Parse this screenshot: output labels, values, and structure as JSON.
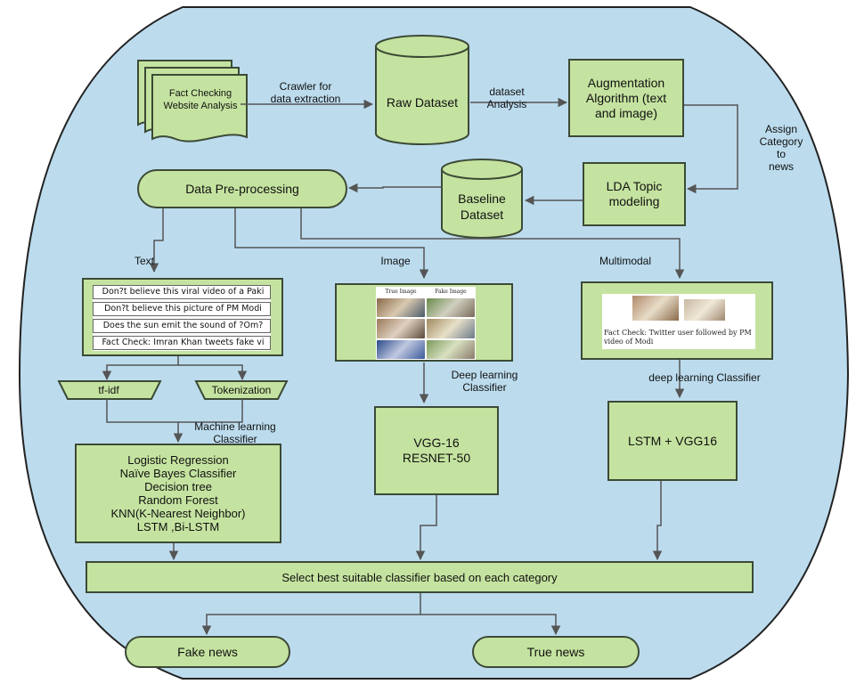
{
  "diagram": {
    "source": {
      "doc": "Fact Checking\nWebsite Analysis",
      "crawler_label": "Crawler for\ndata extraction"
    },
    "raw_dataset": "Raw Dataset",
    "dataset_analysis_label": "dataset\nAnalysis",
    "augmentation": "Augmentation\nAlgorithm (text\nand image)",
    "assign_label": "Assign\nCategory\nto\nnews",
    "lda": "LDA  Topic\nmodeling",
    "baseline_dataset": "Baseline\nDataset",
    "preprocessing": "Data Pre-processing",
    "branches": {
      "text": "Text",
      "image": "Image",
      "multimodal": "Multimodal"
    },
    "text_samples": [
      "Don?t believe this viral video of a Paki",
      "Don?t believe this picture of PM Modi",
      "Does the sun emit the sound of ?Om?",
      "Fact Check: Imran Khan tweets fake vi"
    ],
    "image_captions": {
      "true": "True Image",
      "fake": "Fake Image"
    },
    "multimodal_caption": "Fact Check: Twitter user followed by PM video of Modi",
    "tfidf": "tf-idf",
    "tokenization": "Tokenization",
    "ml_label": "Machine learning\nClassifier",
    "dl_label_image": "Deep learning\nClassifier",
    "dl_label_multi": "deep learning Classifier",
    "ml_algorithms": [
      "Logistic Regression",
      "Naïve Bayes Classifier",
      "Decision tree",
      "Random Forest",
      "KNN(K-Nearest Neighbor)",
      "LSTM ,Bi-LSTM"
    ],
    "vgg": "VGG-16\nRESNET-50",
    "lstm_vgg": "LSTM + VGG16",
    "select": "Select best  suitable classifier based on each category",
    "fake": "Fake news",
    "true": "True news"
  },
  "colors": {
    "background_blob": "#bcdcee",
    "node_fill": "#c5e3a0",
    "stroke": "#3c4a36"
  },
  "icons": {
    "document": "stacked-document-icon",
    "database": "cylinder-database-icon"
  }
}
